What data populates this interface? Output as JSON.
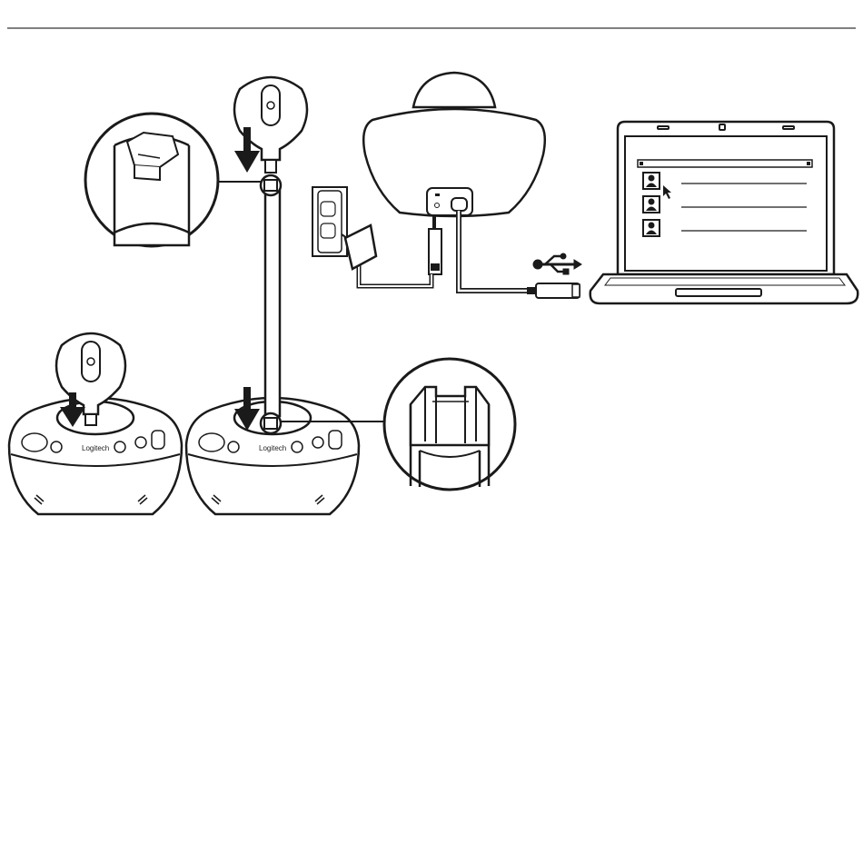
{
  "brand": {
    "logo_text": "Logitech"
  },
  "laptop_screen": {
    "contacts": [
      {
        "name": "contact-1"
      },
      {
        "name": "contact-2"
      },
      {
        "name": "contact-3"
      }
    ]
  },
  "icons": [
    "usb-icon",
    "wall-outlet-icon",
    "power-adapter-icon",
    "down-arrow-icon",
    "cursor-icon"
  ],
  "colors": {
    "line": "#1a1a1a",
    "fill": "#ffffff",
    "dark": "#111111"
  }
}
